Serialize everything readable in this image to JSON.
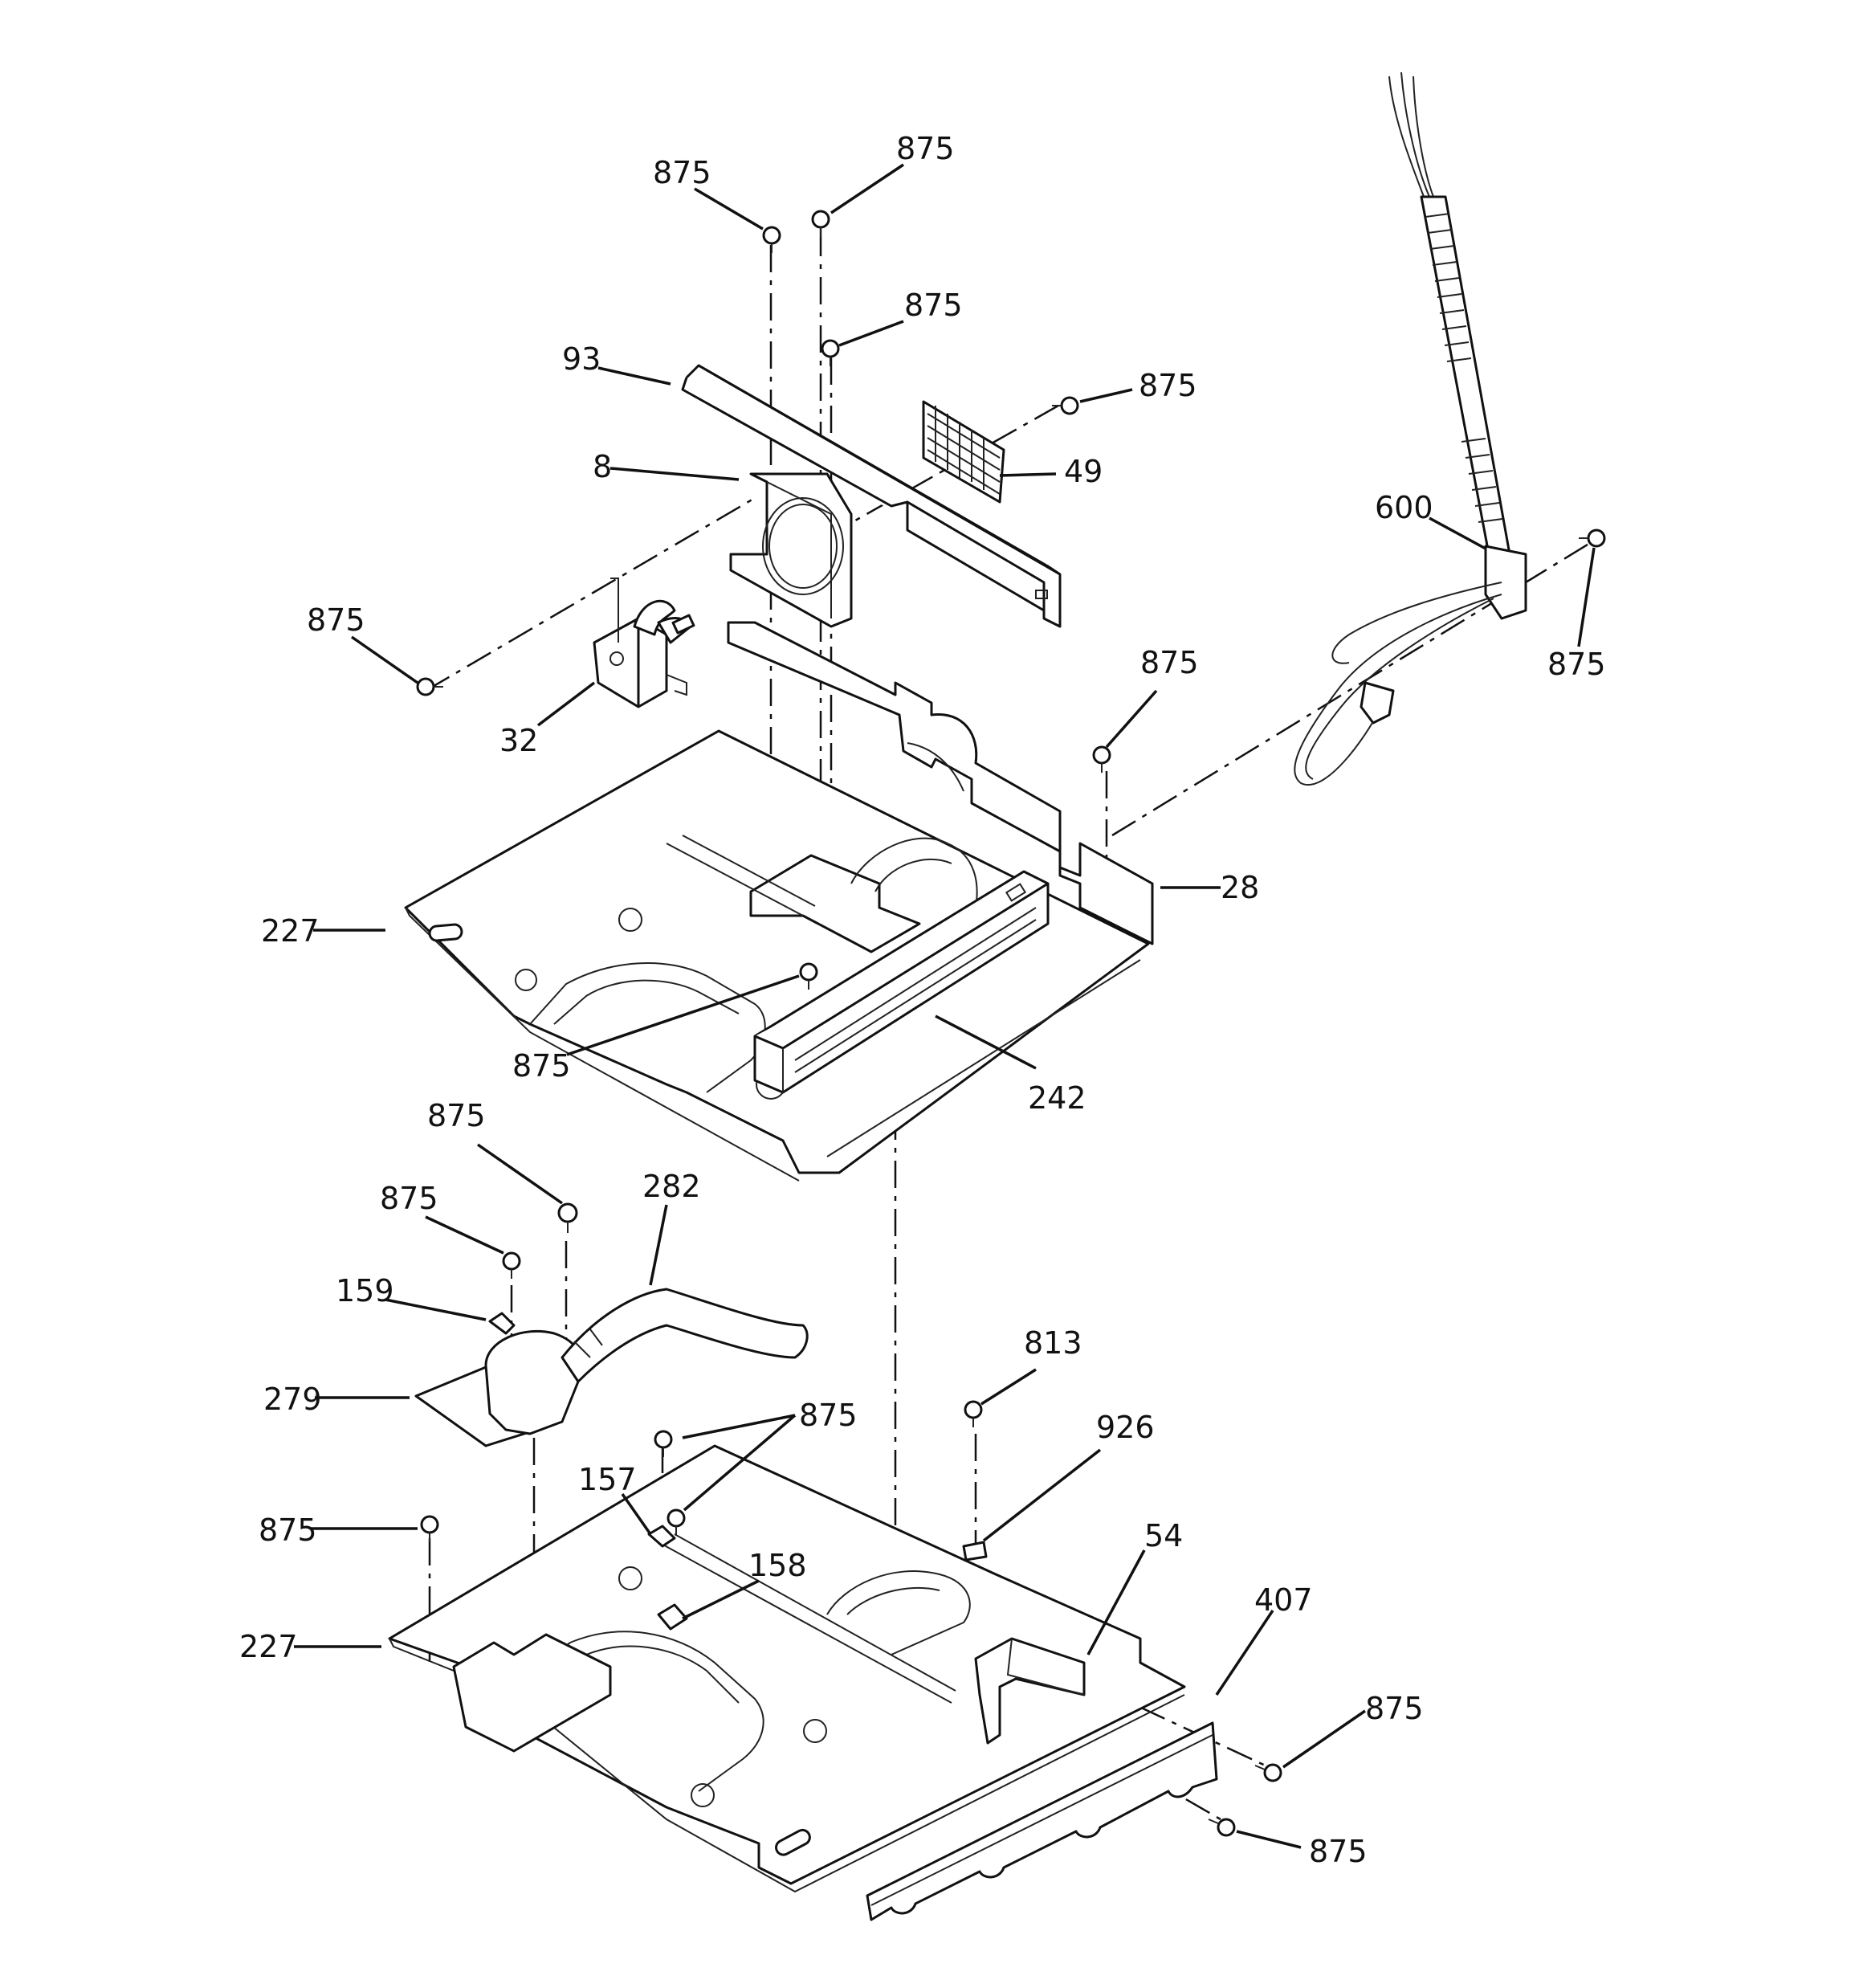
{
  "diagram": {
    "callouts": [
      {
        "id": "c01",
        "text": "875"
      },
      {
        "id": "c02",
        "text": "875"
      },
      {
        "id": "c03",
        "text": "875"
      },
      {
        "id": "c04",
        "text": "93"
      },
      {
        "id": "c05",
        "text": "875"
      },
      {
        "id": "c06",
        "text": "8"
      },
      {
        "id": "c07",
        "text": "49"
      },
      {
        "id": "c08",
        "text": "600"
      },
      {
        "id": "c09",
        "text": "875"
      },
      {
        "id": "c10",
        "text": "875"
      },
      {
        "id": "c11",
        "text": "32"
      },
      {
        "id": "c12",
        "text": "875"
      },
      {
        "id": "c13",
        "text": "28"
      },
      {
        "id": "c14",
        "text": "227"
      },
      {
        "id": "c15",
        "text": "875"
      },
      {
        "id": "c16",
        "text": "242"
      },
      {
        "id": "c17",
        "text": "875"
      },
      {
        "id": "c18",
        "text": "282"
      },
      {
        "id": "c19",
        "text": "875"
      },
      {
        "id": "c20",
        "text": "159"
      },
      {
        "id": "c21",
        "text": "279"
      },
      {
        "id": "c22",
        "text": "813"
      },
      {
        "id": "c23",
        "text": "875"
      },
      {
        "id": "c24",
        "text": "926"
      },
      {
        "id": "c25",
        "text": "157"
      },
      {
        "id": "c26",
        "text": "875"
      },
      {
        "id": "c27",
        "text": "158"
      },
      {
        "id": "c28",
        "text": "54"
      },
      {
        "id": "c29",
        "text": "227"
      },
      {
        "id": "c30",
        "text": "407"
      },
      {
        "id": "c31",
        "text": "875"
      },
      {
        "id": "c32",
        "text": "875"
      }
    ]
  }
}
